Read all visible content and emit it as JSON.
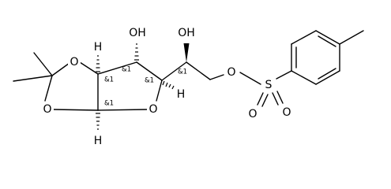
{
  "diagram": {
    "atoms": {
      "o_ring1_top": "O",
      "o_ring1_bottom": "O",
      "o_furanose": "O",
      "oh_c3": "OH",
      "oh_c5": "OH",
      "o_ester": "O",
      "s": "S",
      "o_sulfonyl_1": "O",
      "o_sulfonyl_2": "O",
      "h_c2": "H",
      "h_c1": "H",
      "h_c4": "H"
    },
    "stereo": {
      "c2": "&1",
      "c1": "&1",
      "c3": "&1",
      "c4": "&1",
      "c5": "&1"
    }
  }
}
